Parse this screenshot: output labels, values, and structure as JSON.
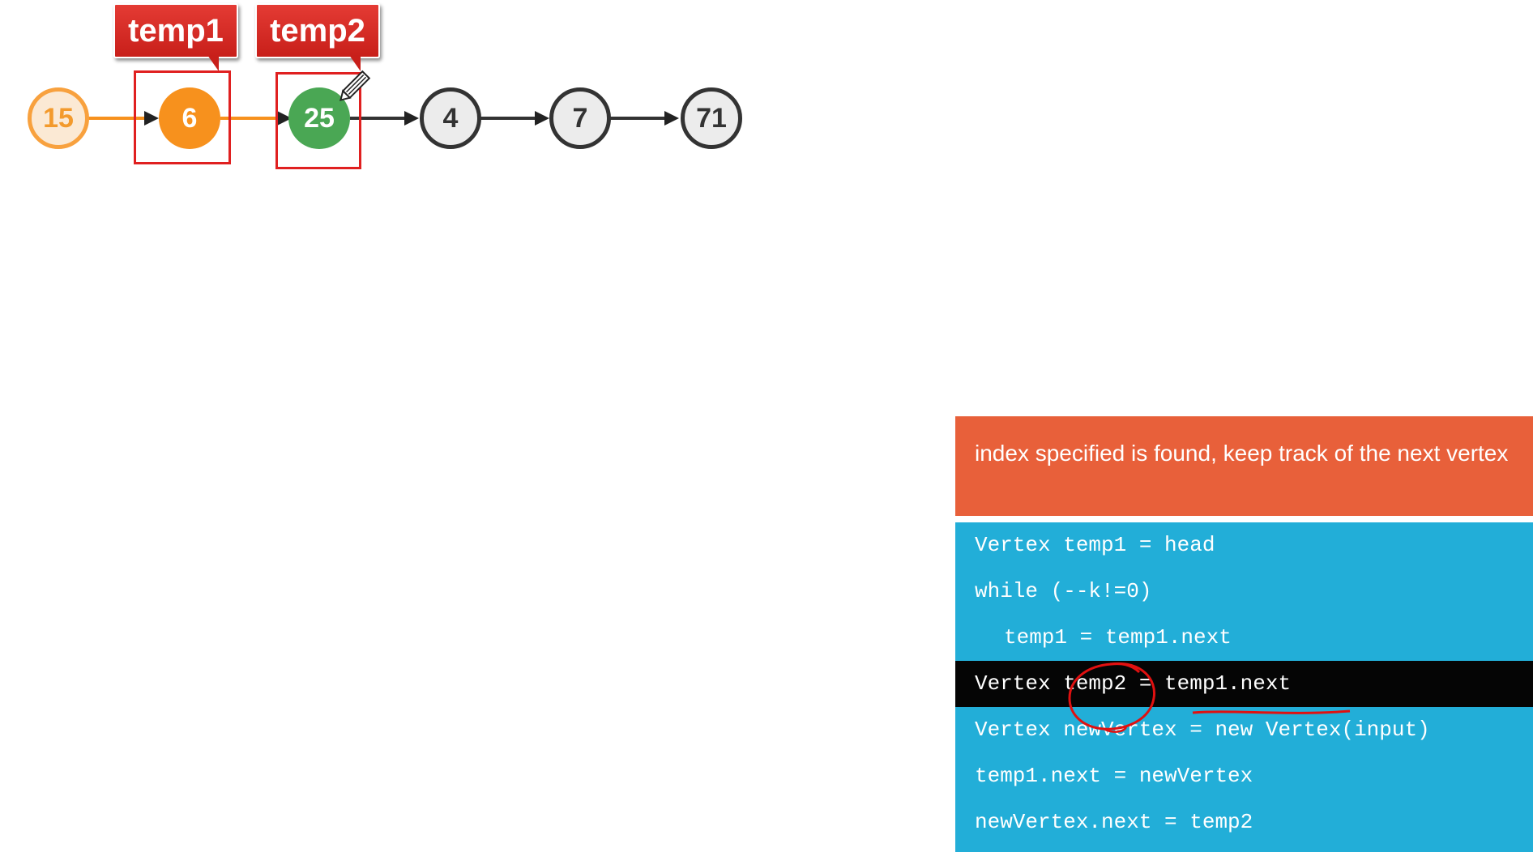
{
  "linked_list": {
    "vertices": [
      {
        "value": "15",
        "state": "visited"
      },
      {
        "value": "6",
        "state": "current"
      },
      {
        "value": "25",
        "state": "next"
      },
      {
        "value": "4",
        "state": "unvisited"
      },
      {
        "value": "7",
        "state": "unvisited"
      },
      {
        "value": "71",
        "state": "unvisited"
      }
    ],
    "pointer_labels": [
      {
        "label": "temp1",
        "points_to": "6"
      },
      {
        "label": "temp2",
        "points_to": "25"
      }
    ]
  },
  "status": {
    "message": "index specified is found, keep track of the next vertex"
  },
  "code": {
    "lines": [
      {
        "text": "Vertex temp1 = head",
        "indent": false,
        "active": false
      },
      {
        "text": "while (--k!=0)",
        "indent": false,
        "active": false
      },
      {
        "text": "temp1 = temp1.next",
        "indent": true,
        "active": false
      },
      {
        "text": "Vertex temp2 = temp1.next",
        "indent": false,
        "active": true
      },
      {
        "text": "Vertex newVertex = new Vertex(input)",
        "indent": false,
        "active": false
      },
      {
        "text": "temp1.next = newVertex",
        "indent": false,
        "active": false
      },
      {
        "text": "newVertex.next = temp2",
        "indent": false,
        "active": false
      }
    ]
  },
  "colors": {
    "visited": "#f8a13e",
    "current": "#f7911d",
    "next": "#4aa754",
    "highlight_box": "#e02020",
    "status_bg": "#e8603a",
    "code_bg": "#22aed8",
    "active_line_bg": "#050505",
    "annotation": "#e01010"
  },
  "icons": {
    "cursor": "pencil-cursor-icon"
  }
}
